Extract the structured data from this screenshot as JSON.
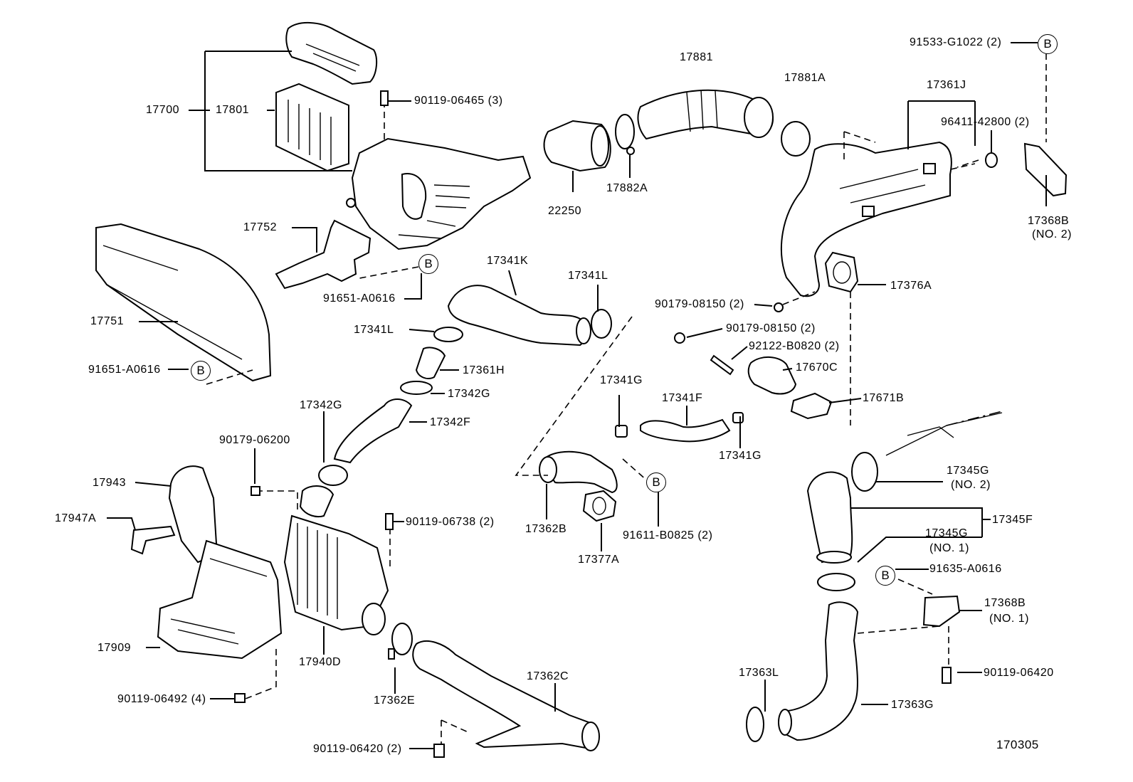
{
  "diagram_code": "170305",
  "ref_marker": "B",
  "labels": {
    "p17700": "17700",
    "p17801": "17801",
    "p90119_06465": "90119-06465 (3)",
    "p17881": "17881",
    "p17881A": "17881A",
    "p91533": "91533-G1022 (2)",
    "p17361J": "17361J",
    "p96411": "96411-42800 (2)",
    "p22250": "22250",
    "p17882A": "17882A",
    "p17368B_2": "17368B",
    "p17368B_2_sub": "(NO. 2)",
    "p17752": "17752",
    "p91651_top": "91651-A0616",
    "p17341K": "17341K",
    "p17341L_r": "17341L",
    "p17376A": "17376A",
    "p90179_08150_a": "90179-08150 (2)",
    "p90179_08150_b": "90179-08150 (2)",
    "p92122": "92122-B0820 (2)",
    "p17751": "17751",
    "p17341L_l": "17341L",
    "p17670C": "17670C",
    "p91651_bot": "91651-A0616",
    "p17361H": "17361H",
    "p17341G_t": "17341G",
    "p17341F": "17341F",
    "p17342G_r": "17342G",
    "p17671B": "17671B",
    "p17342G_l": "17342G",
    "p17342F": "17342F",
    "p90179_06200": "90179-06200",
    "p17341G_b": "17341G",
    "p17345G_2": "17345G",
    "p17345G_2_sub": "(NO. 2)",
    "p17943": "17943",
    "p17947A": "17947A",
    "p90119_06738": "90119-06738 (2)",
    "p17362B": "17362B",
    "p91611": "91611-B0825 (2)",
    "p17345F": "17345F",
    "p17345G_1": "17345G",
    "p17345G_1_sub": "(NO. 1)",
    "p17377A": "17377A",
    "p91635": "91635-A0616",
    "p17368B_1": "17368B",
    "p17368B_1_sub": "(NO. 1)",
    "p17909": "17909",
    "p17940D": "17940D",
    "p17363L": "17363L",
    "p17362C": "17362C",
    "p90119_06420_r": "90119-06420",
    "p90119_06492": "90119-06492 (4)",
    "p17362E": "17362E",
    "p17363G": "17363G",
    "p90119_06420_b": "90119-06420 (2)"
  }
}
